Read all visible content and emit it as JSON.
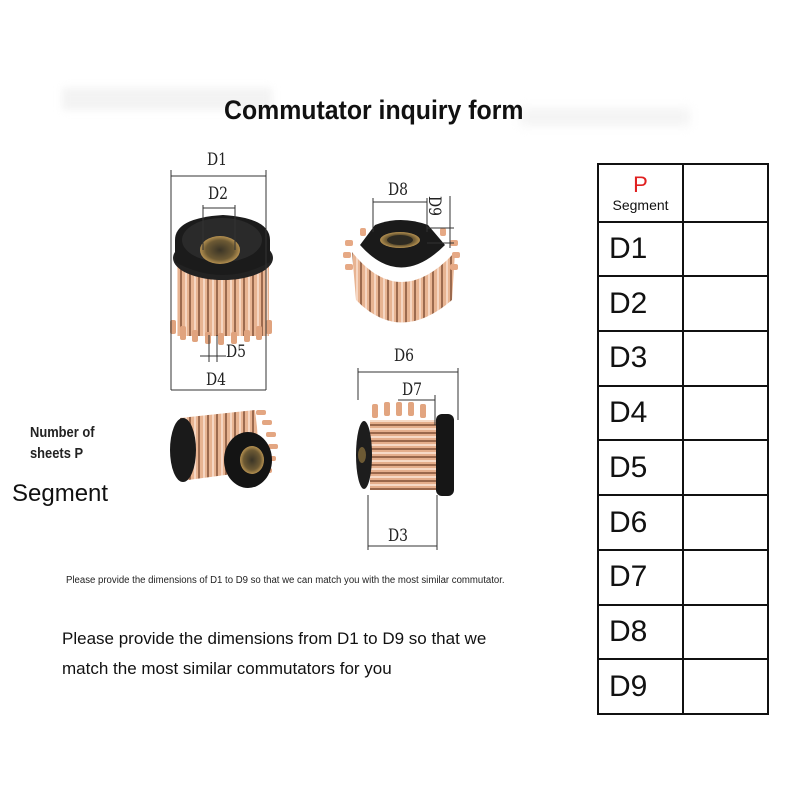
{
  "title": "Commutator inquiry form",
  "dim_labels": {
    "d1": "D1",
    "d2": "D2",
    "d3": "D3",
    "d4": "D4",
    "d5": "D5",
    "d6": "D6",
    "d7": "D7",
    "d8": "D8",
    "d9": "D9"
  },
  "side_label": {
    "line1": "Number of",
    "line2": "sheets P",
    "segment": "Segment"
  },
  "small_note": "Please provide the dimensions of D1 to D9 so that we can match you with the most similar commutator.",
  "note": {
    "line1": "Please provide the dimensions from D1 to D9 so that we",
    "line2": "match the most similar commutators for you"
  },
  "table": {
    "header_p": "P",
    "header_segment": "Segment",
    "rows": [
      "D1",
      "D2",
      "D3",
      "D4",
      "D5",
      "D6",
      "D7",
      "D8",
      "D9"
    ]
  },
  "colors": {
    "accent_red": "#e02020",
    "copper": "#d9956e",
    "insulator": "#1a1a1a"
  }
}
